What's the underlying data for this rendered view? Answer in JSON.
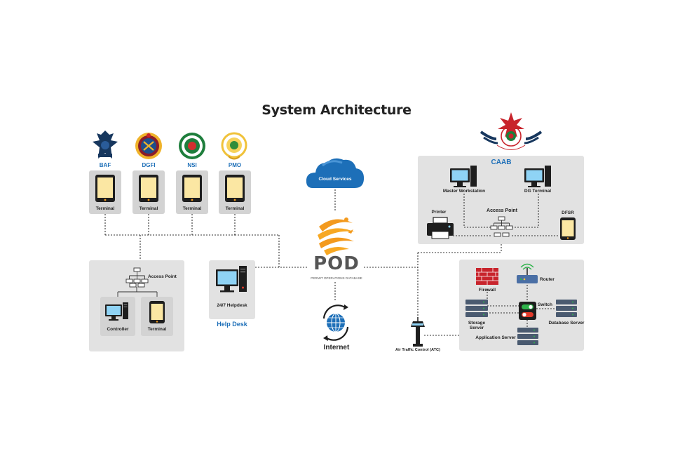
{
  "title": "System Architecture",
  "agencies": [
    {
      "name": "BAF",
      "device": "Terminal",
      "emblem": "eagle-emblem-icon"
    },
    {
      "name": "DGFI",
      "device": "Terminal",
      "emblem": "dgfi-emblem-icon"
    },
    {
      "name": "NSI",
      "device": "Terminal",
      "emblem": "nsi-emblem-icon"
    },
    {
      "name": "PMO",
      "device": "Terminal",
      "emblem": "pmo-emblem-icon"
    }
  ],
  "left_network": {
    "access_point": "Access Point",
    "controller": "Controller",
    "terminal": "Terminal"
  },
  "helpdesk": {
    "device": "24/7 Helpdesk",
    "caption": "Help Desk"
  },
  "cloud": "Cloud Services",
  "pod": {
    "logo": "POD",
    "subtitle": "PERMIT OPERATIONS DATABASE"
  },
  "internet": "Internet",
  "caab": {
    "title": "CAAB",
    "master_workstation": "Master Workstation",
    "dg_terminal": "DG Terminal",
    "printer": "Printer",
    "access_point": "Access Point",
    "dfsr": "DFSR"
  },
  "servers": {
    "router": "Router",
    "firewall": "Firewall",
    "switch": "Switch",
    "storage_server": "Storage\nServer",
    "database_server": "Database Server",
    "application_server": "Application Server"
  },
  "atc": "Air Traffic Control (ATC)",
  "colors": {
    "accent": "#1d6fb8",
    "panel": "#e2e2e2",
    "card": "#d3d3d3",
    "pod_orange": "#f39a1e",
    "firewall_red": "#c8242c"
  }
}
